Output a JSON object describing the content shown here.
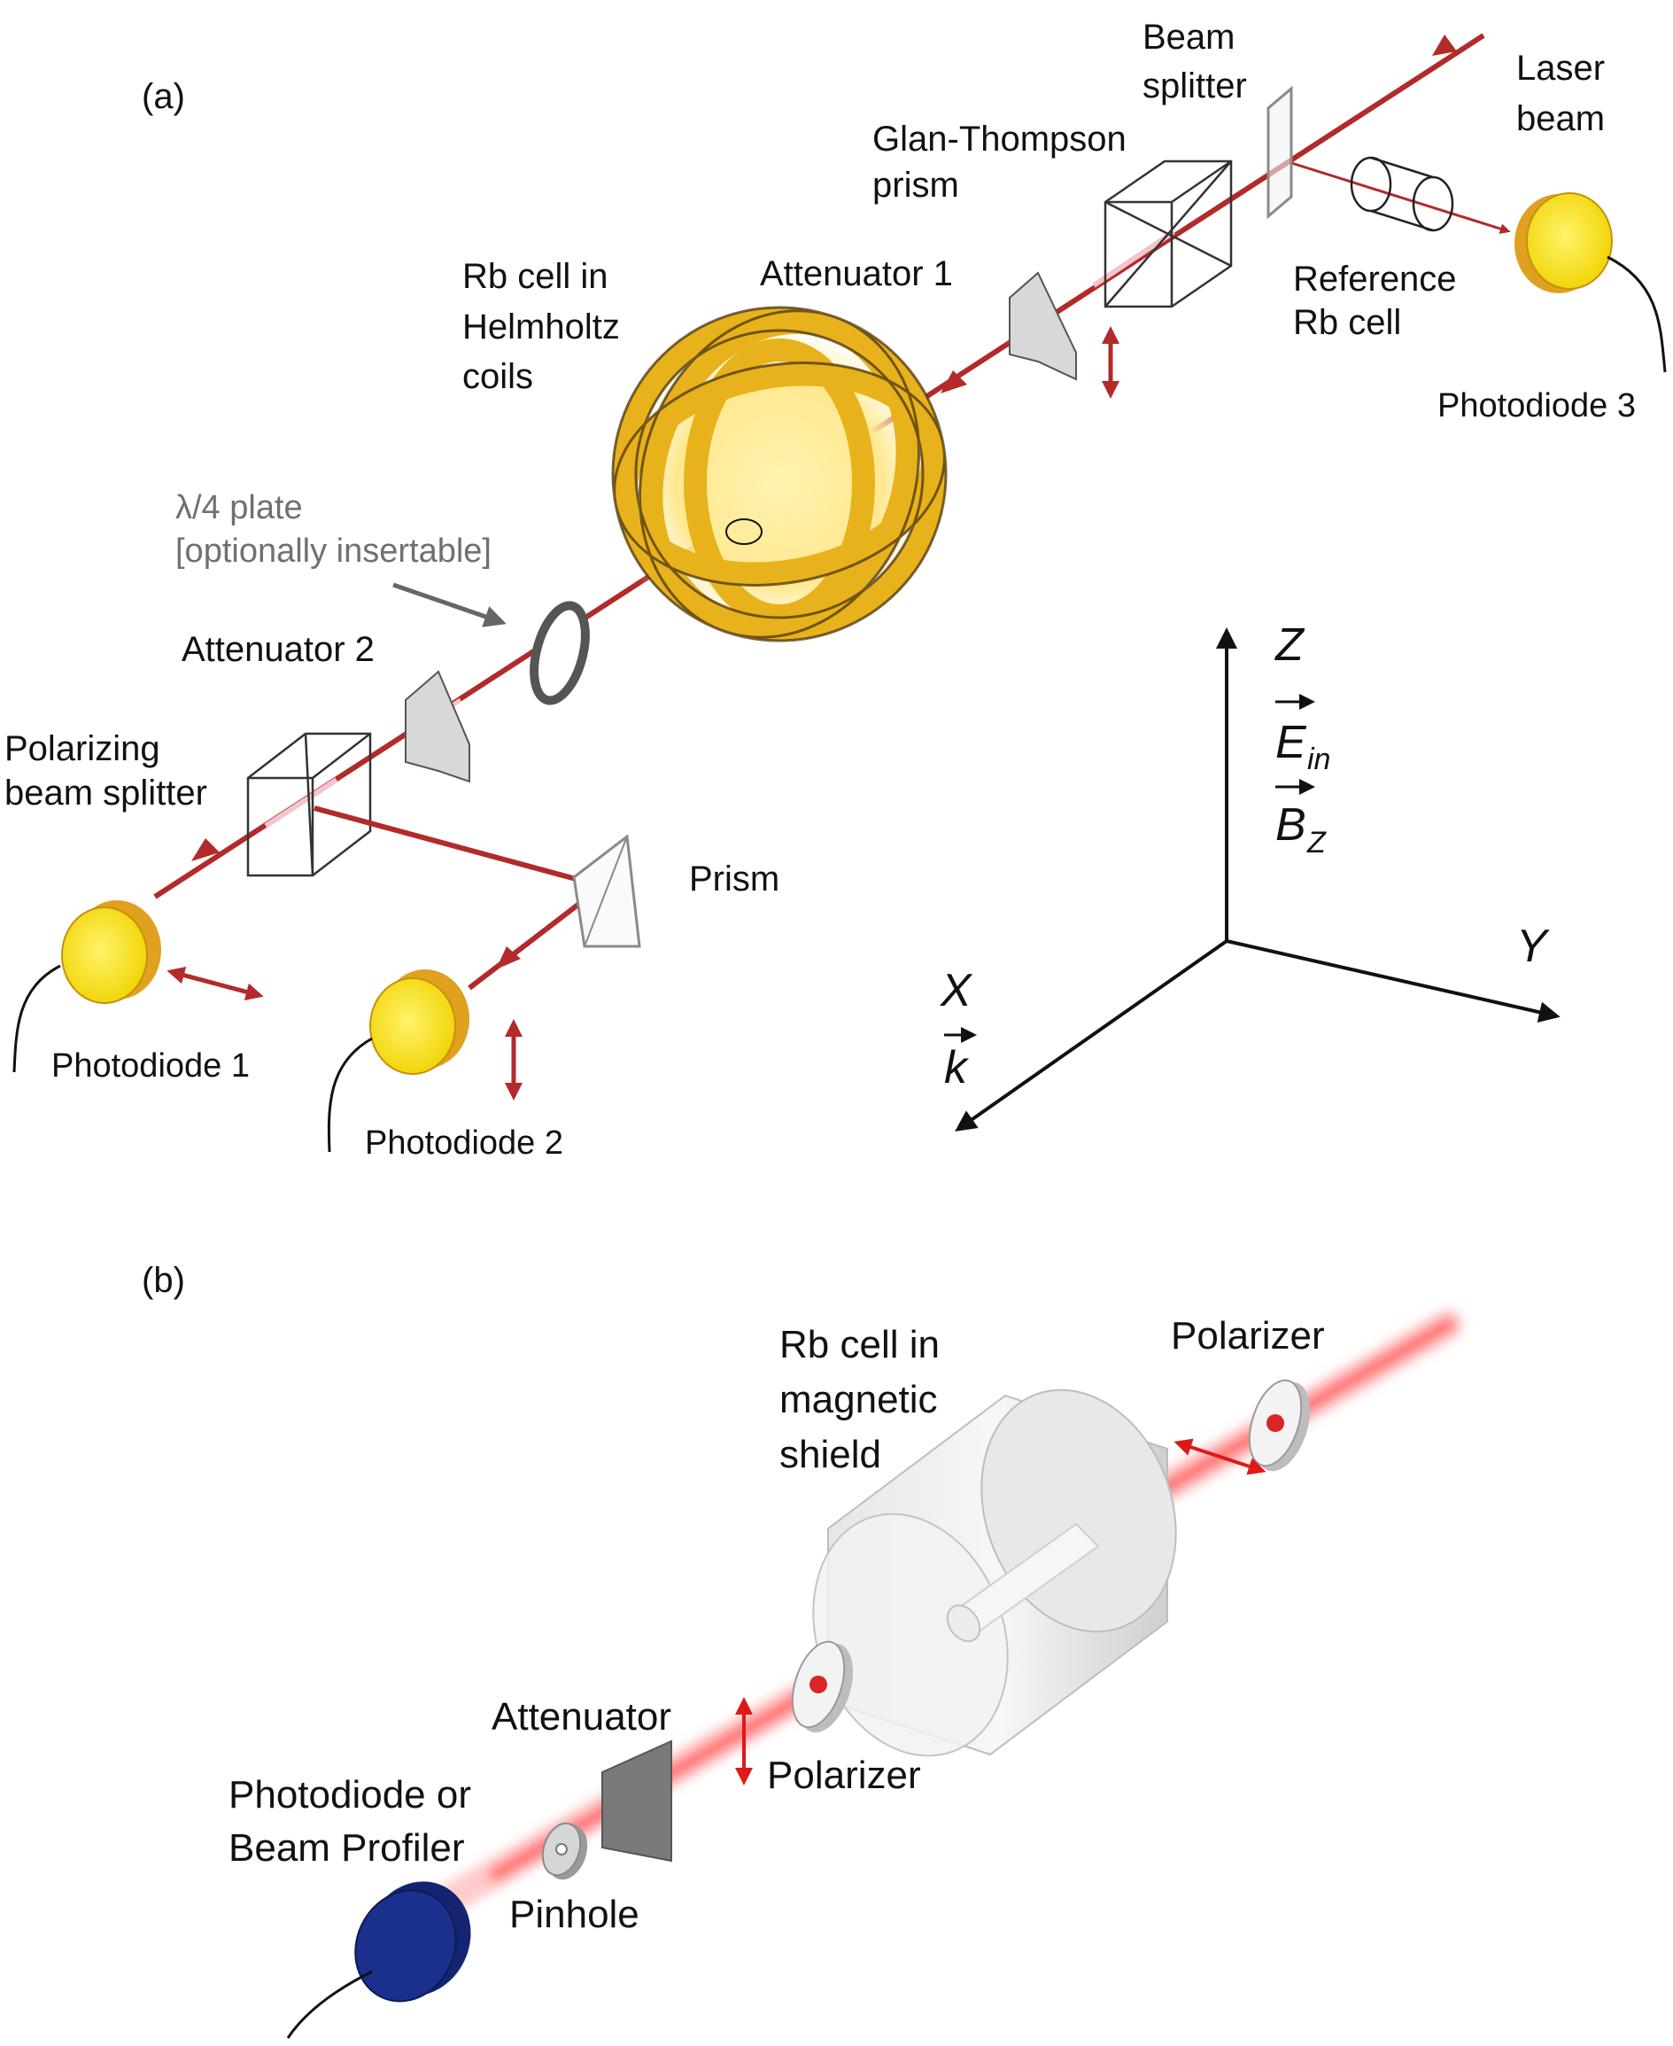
{
  "colors": {
    "beam": "#b22a2a",
    "beam_faint": "#f0b8c0",
    "photodiode": "#f5e21a",
    "photodiode_rim": "#e0a020",
    "coil_gold": "#e8b21c",
    "profiler_blue": "#1b2f8c",
    "glow_red": "#ff2a2a"
  },
  "panel_a": {
    "label": "(a)",
    "laser_beam": [
      "Laser",
      "beam"
    ],
    "beam_splitter": [
      "Beam",
      "splitter"
    ],
    "glan_thompson": [
      "Glan-Thompson",
      "prism"
    ],
    "reference_cell": [
      "Reference",
      "Rb cell"
    ],
    "photodiode_3": "Photodiode 3",
    "attenuator_1": "Attenuator 1",
    "rb_cell": [
      "Rb cell in",
      "Helmholtz",
      "coils"
    ],
    "quarter_wave": [
      "λ/4 plate",
      "[optionally insertable]"
    ],
    "attenuator_2": "Attenuator 2",
    "pbs": [
      "Polarizing",
      "beam splitter"
    ],
    "prism": "Prism",
    "photodiode_1": "Photodiode 1",
    "photodiode_2": "Photodiode 2",
    "axes": {
      "z": "Z",
      "e_field": "E",
      "e_sub": "in",
      "b_field": "B",
      "b_sub": "Z",
      "y": "Y",
      "x": "X",
      "k": "k"
    }
  },
  "panel_b": {
    "label": "(b)",
    "rb_cell": [
      "Rb cell in",
      "magnetic",
      "shield"
    ],
    "polarizer_top": "Polarizer",
    "polarizer_bottom": "Polarizer",
    "attenuator": "Attenuator",
    "detector": [
      "Photodiode or",
      "Beam Profiler"
    ],
    "pinhole": "Pinhole"
  }
}
